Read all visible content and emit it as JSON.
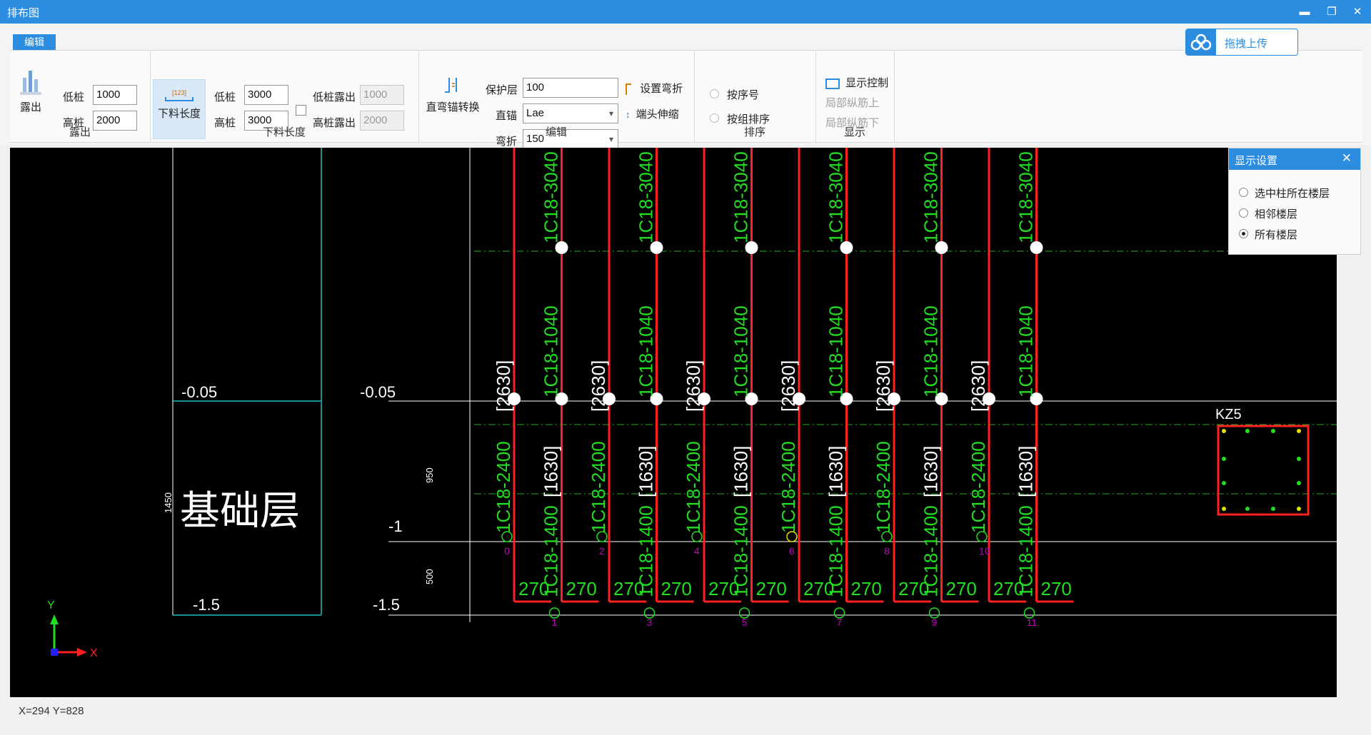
{
  "window": {
    "title": "排布图",
    "minimize": "▬",
    "restore": "❐",
    "close": "✕"
  },
  "ribbon": {
    "tab": "编辑",
    "exposure": {
      "button": "露出",
      "low_label": "低桩",
      "low_value": "1000",
      "high_label": "高桩",
      "high_value": "2000",
      "group": "露出"
    },
    "cut_length": {
      "button": "下料长度",
      "icon_text": "[123]",
      "low_label": "低桩",
      "low_value": "3000",
      "high_label": "高桩",
      "high_value": "3000",
      "low_expose_label": "低桩露出",
      "low_expose_value": "1000",
      "high_expose_label": "高桩露出",
      "high_expose_value": "2000",
      "group": "下料长度"
    },
    "edit": {
      "convert_button": "直弯锚转换",
      "cover_label": "保护层",
      "cover_value": "100",
      "straight_label": "直锚",
      "straight_value": "Lae",
      "bend_label": "弯折",
      "bend_value": "150",
      "set_bend": "设置弯折",
      "end_extend": "端头伸缩",
      "group": "编辑"
    },
    "sort": {
      "by_number": "按序号",
      "by_group": "按组排序",
      "group": "排序"
    },
    "display": {
      "control": "显示控制",
      "local_top": "局部纵筋上",
      "local_bottom": "局部纵筋下",
      "group": "显示"
    }
  },
  "upload": {
    "label": "拖拽上传"
  },
  "panel": {
    "title": "显示设置",
    "close": "✕",
    "options": [
      "选中柱所在楼层",
      "相邻楼层",
      "所有楼层"
    ],
    "selected": 2
  },
  "drawing": {
    "layer_label": "基础层",
    "elev_top": "-0.05",
    "elev_bottom": "-1.5",
    "elev_top_right": "-0.05",
    "elev_mid_right": "-1",
    "elev_bottom_right": "-1.5",
    "dim_left": "1450",
    "dim_950": "950",
    "dim_500": "500",
    "column_name": "KZ5",
    "upper_label": "1C18-3040",
    "mid_label": "1C18-1040",
    "long_label": "1C18-2400",
    "long_bracket": "[2630]",
    "short_label": "1C18-1400",
    "short_bracket": "[1630]",
    "foot": "270",
    "bar_numbers": [
      "0",
      "1",
      "2",
      "3",
      "4",
      "5",
      "6",
      "7",
      "8",
      "9",
      "10",
      "11"
    ],
    "axis_x": "X",
    "axis_y": "Y"
  },
  "status": {
    "coords": "X=294 Y=828"
  },
  "colors": {
    "accent": "#2b8ce0",
    "bar": "#ff2020",
    "label": "#22dd22",
    "cyan": "#1fb8c4",
    "magenta": "#c000c0"
  }
}
